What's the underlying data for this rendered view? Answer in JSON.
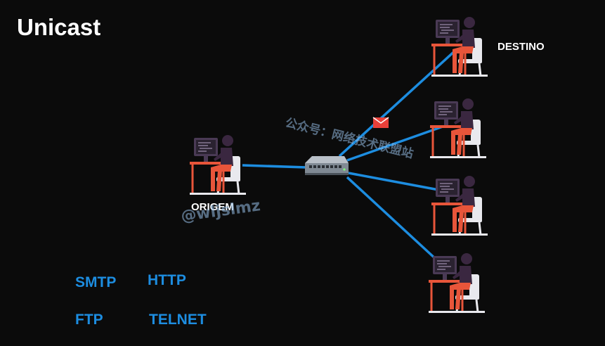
{
  "title": "Unicast",
  "labels": {
    "origin": "ORIGEM",
    "destination": "DESTINO"
  },
  "protocols": [
    "SMTP",
    "HTTP",
    "FTP",
    "TELNET"
  ],
  "watermarks": {
    "wechat": "公众号：网络技术联盟站",
    "handle": "@wljslmz"
  },
  "colors": {
    "background": "#0b0b0b",
    "link": "#1d8de0",
    "protocol_text": "#1d8de0",
    "person_shirt": "#e8553a",
    "person_dark": "#3a2740",
    "monitor": "#4a3a55",
    "chair": "#e9e9ee",
    "envelope": "#e8403a"
  },
  "icons": [
    "workstation-user-icon",
    "network-switch-icon",
    "envelope-icon"
  ]
}
